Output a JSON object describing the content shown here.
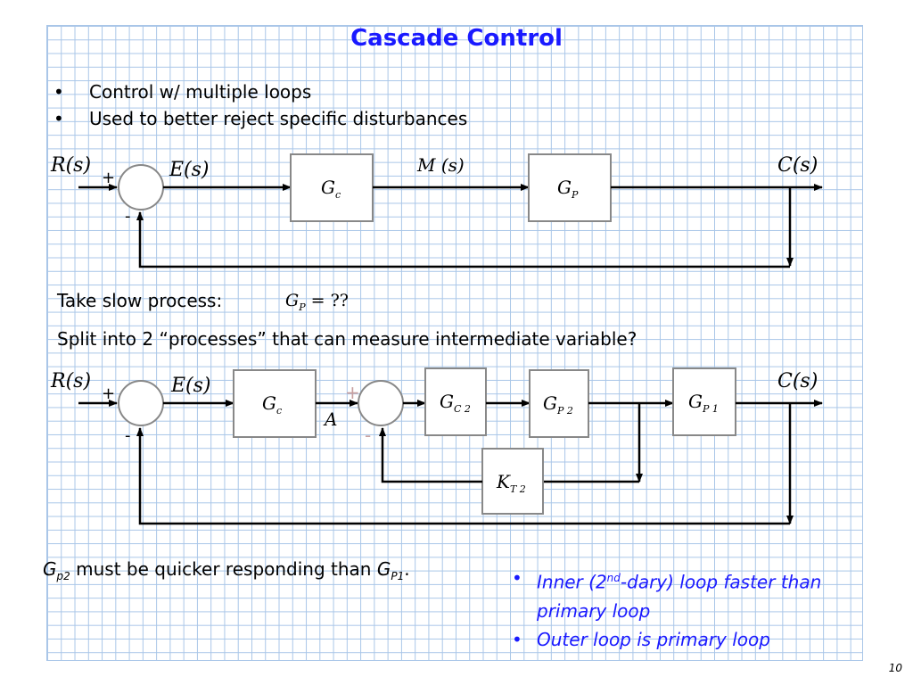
{
  "title": "Cascade Control",
  "bullets": [
    "Control w/ multiple loops",
    "Used to better reject specific disturbances"
  ],
  "diagram1": {
    "input": "R(s)",
    "error": "E(s)",
    "plus": "+",
    "minus": "-",
    "manipulated": "M (s)",
    "output": "C(s)",
    "controller": {
      "main": "G",
      "sub": "c"
    },
    "process": {
      "main": "G",
      "sub": "P"
    }
  },
  "take_slow_label": "Take slow process:",
  "take_slow_eq": {
    "main": "G",
    "sub": "P",
    "rest": " = ??"
  },
  "split_text": "Split into 2 “processes” that can measure intermediate variable?",
  "diagram2": {
    "input": "R(s)",
    "error": "E(s)",
    "plus": "+",
    "minus": "-",
    "inner_plus": "+",
    "inner_minus": "-",
    "a_label": "A",
    "output": "C(s)",
    "gc": {
      "main": "G",
      "sub": "c"
    },
    "gc2": {
      "main": "G",
      "sub": "C 2"
    },
    "gp2": {
      "main": "G",
      "sub": "P 2"
    },
    "gp1": {
      "main": "G",
      "sub": "P 1"
    },
    "kt2": {
      "main": "K",
      "sub": "T 2"
    }
  },
  "note": {
    "g1": "G",
    "sub1": "p2",
    "middle": " must be quicker responding than ",
    "g2": "G",
    "sub2": "P1",
    "end": "."
  },
  "right_bullets": {
    "b1_pre": "Inner (2",
    "b1_sup": "nd",
    "b1_post": "-dary) loop faster than primary loop",
    "b2": "Outer loop is primary loop"
  },
  "page_number": "10",
  "colors": {
    "title": "#1a1aff",
    "grid": "#a9c6e8",
    "block_border": "#888888",
    "inner_sign": "#c8a0a0"
  }
}
